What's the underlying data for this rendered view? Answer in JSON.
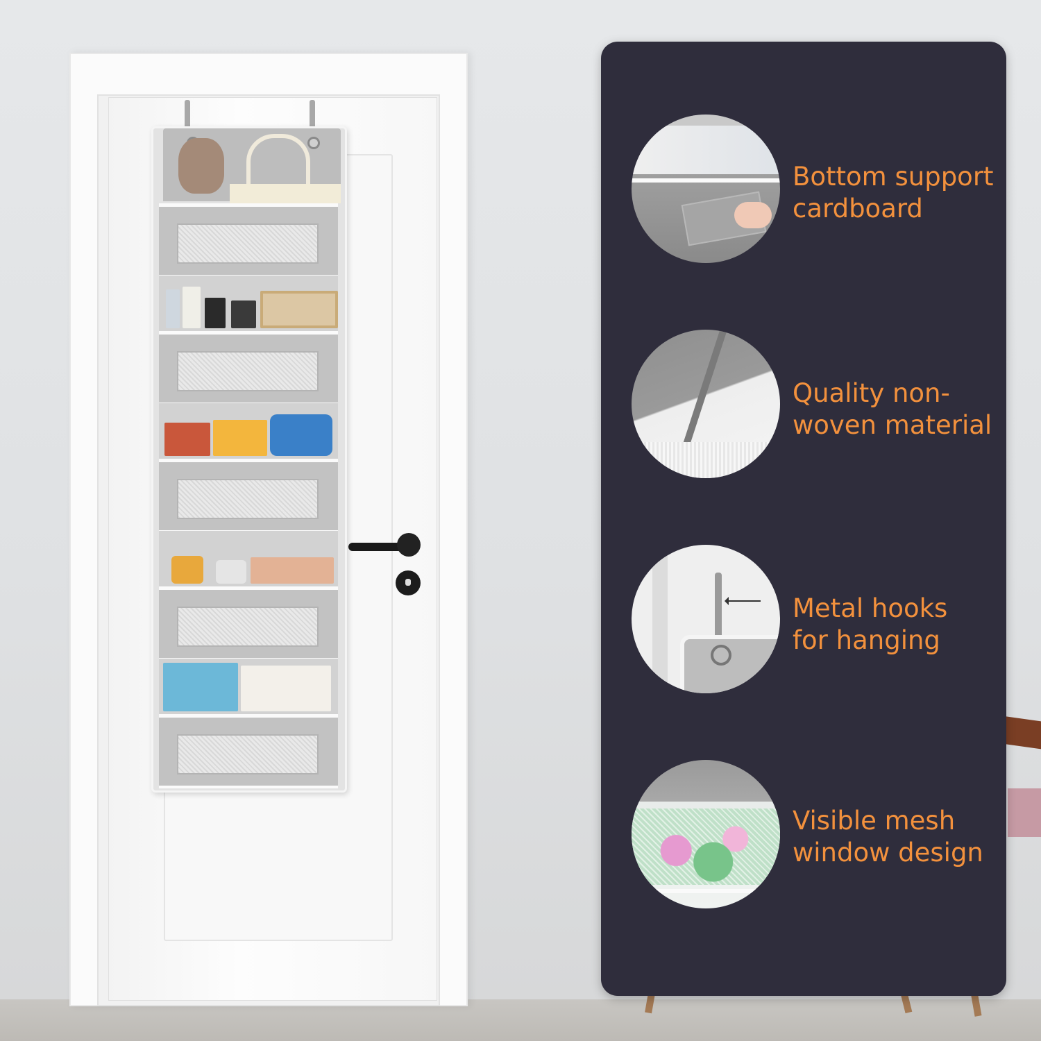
{
  "colors": {
    "card_background": "#2f2d3c",
    "label_text": "#f3913d",
    "organizer_gray": "#c2c2c2",
    "door_white": "#fbfbfb",
    "wall": "#e3e5e7"
  },
  "features": [
    {
      "line1": "Bottom support",
      "line2": "cardboard"
    },
    {
      "line1": "Quality non-",
      "line2": "woven material"
    },
    {
      "line1": "Metal hooks",
      "line2": "for hanging"
    },
    {
      "line1": "Visible mesh",
      "line2": "window design"
    }
  ]
}
